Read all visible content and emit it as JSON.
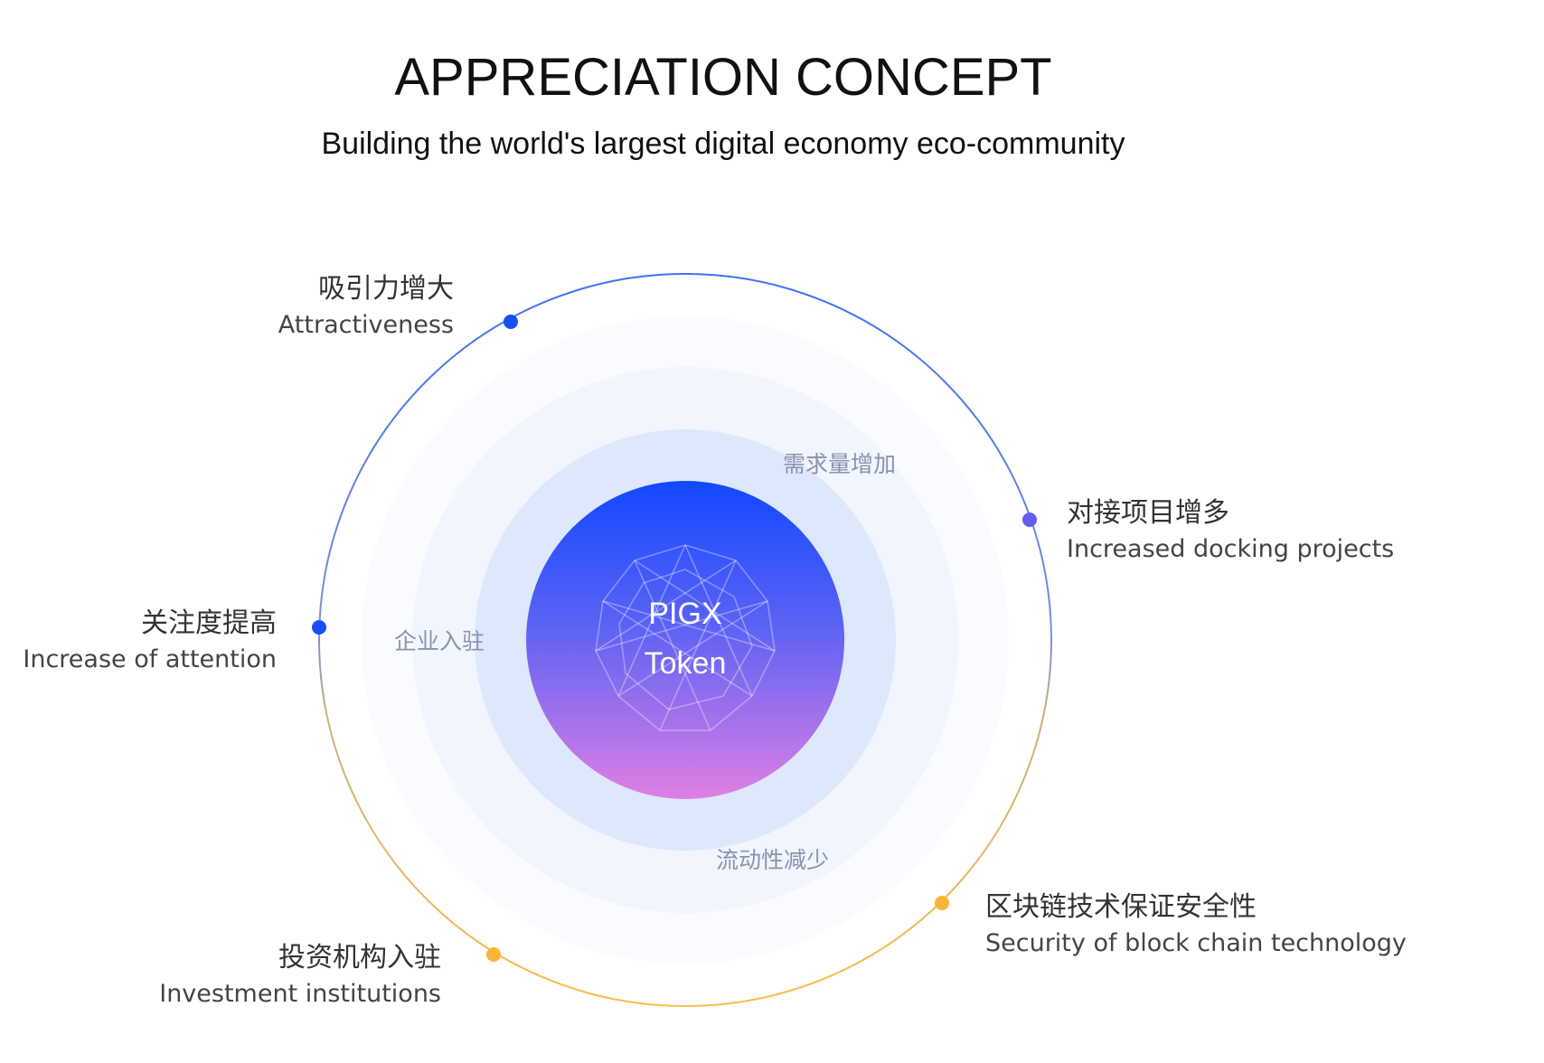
{
  "header": {
    "title": "APPRECIATION CONCEPT",
    "subtitle": "Building the world's largest digital economy eco-community"
  },
  "core": {
    "line1": "PIGX",
    "line2": "Token",
    "gradient_top": "#1248ff",
    "gradient_bottom": "#df7fe4"
  },
  "inner_labels": {
    "demand": "需求量增加",
    "enterprise": "企业入驻",
    "liquidity": "流动性减少"
  },
  "nodes": {
    "attractiveness": {
      "cn": "吸引力增大",
      "en": "Attractiveness",
      "color": "#1650f5"
    },
    "attention": {
      "cn": "关注度提高",
      "en": "Increase of attention",
      "color": "#1650f5"
    },
    "investment": {
      "cn": "投资机构入驻",
      "en": "Investment institutions",
      "color": "#fbb33a"
    },
    "docking": {
      "cn": "对接项目增多",
      "en": "Increased docking projects",
      "color": "#6a5cf0"
    },
    "security": {
      "cn": "区块链技术保证安全性",
      "en": "Security of block chain technology",
      "color": "#fbb33a"
    }
  },
  "colors": {
    "ring_blue": "#3f6ff5",
    "ring_orange": "#fbbd4a",
    "halo_outer": "#fafbfe",
    "halo_mid": "#f0f5fe",
    "halo_inner": "#dde8fd"
  }
}
